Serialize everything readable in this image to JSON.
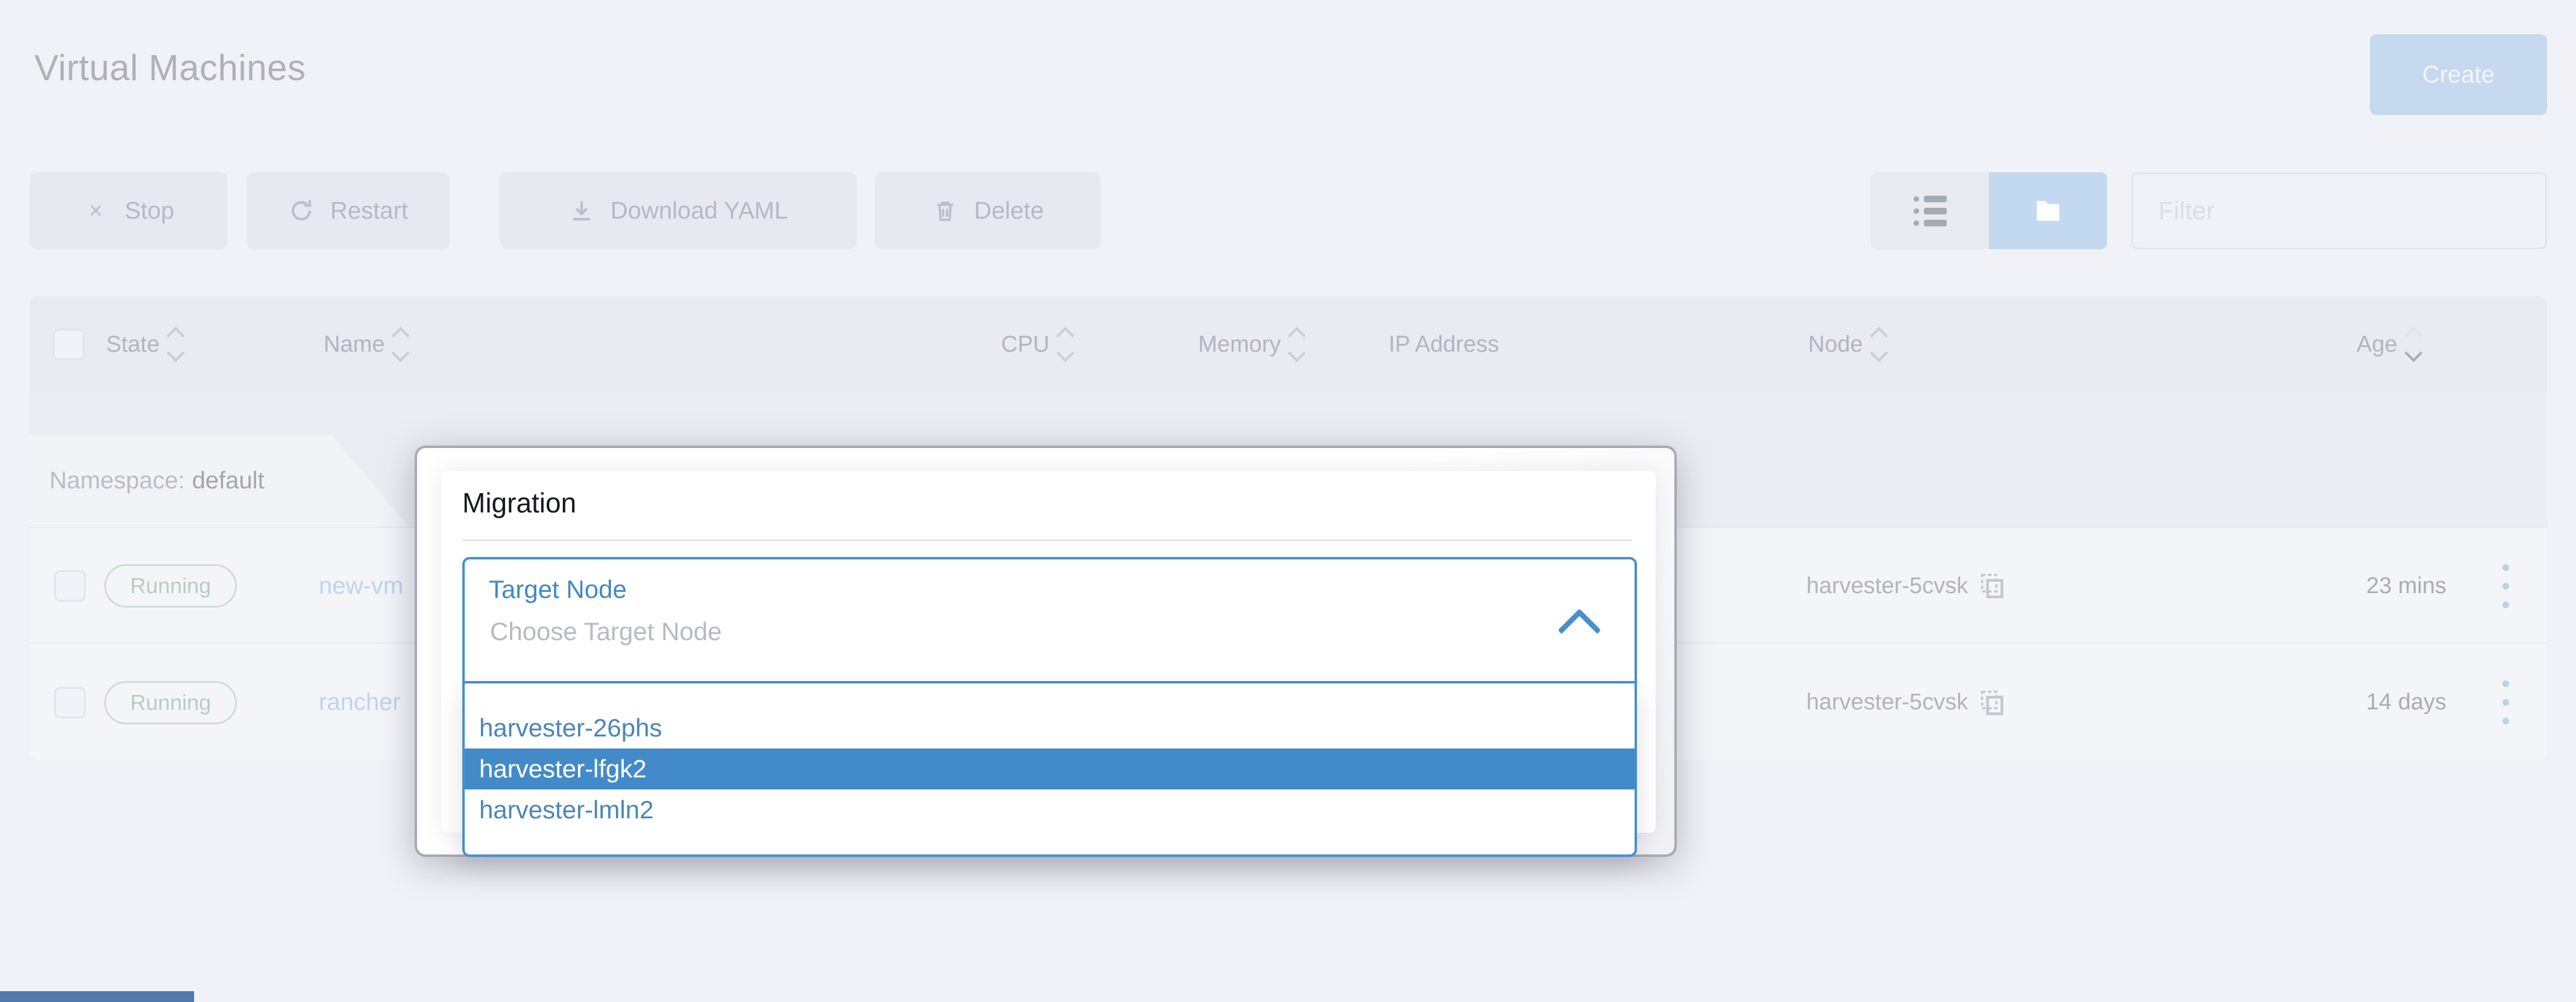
{
  "page": {
    "title": "Virtual Machines"
  },
  "header": {
    "create_label": "Create"
  },
  "toolbar": {
    "stop_label": "Stop",
    "restart_label": "Restart",
    "download_label": "Download YAML",
    "delete_label": "Delete"
  },
  "controls": {
    "view_toggle": {
      "segments": [
        "list-view",
        "grouped-view"
      ],
      "active": "grouped-view"
    },
    "filter_placeholder": "Filter"
  },
  "table": {
    "columns": {
      "state": "State",
      "name": "Name",
      "cpu": "CPU",
      "memory": "Memory",
      "ip": "IP Address",
      "node": "Node",
      "age": "Age"
    },
    "sorted_column": "Age",
    "sorted_direction": "desc",
    "group": {
      "label": "Namespace:",
      "value": "default"
    },
    "rows": [
      {
        "state": "Running",
        "name": "new-vm",
        "node": "harvester-5cvsk",
        "age": "23 mins"
      },
      {
        "state": "Running",
        "name": "rancher",
        "node": "harvester-5cvsk",
        "age": "14 days"
      }
    ]
  },
  "modal": {
    "title": "Migration",
    "select": {
      "label": "Target Node",
      "placeholder": "Choose Target Node",
      "state": "open"
    },
    "options": [
      {
        "label": "harvester-26phs",
        "selected": false
      },
      {
        "label": "harvester-lfgk2",
        "selected": true
      },
      {
        "label": "harvester-lmln2",
        "selected": false
      }
    ]
  },
  "colors": {
    "accent_blue": "#4790c9",
    "option_selected_bg": "#438bc8",
    "running_badge_green": "#b7cebd",
    "create_button_bg": "#c6d9ef",
    "page_background": "#f1f2f7"
  }
}
